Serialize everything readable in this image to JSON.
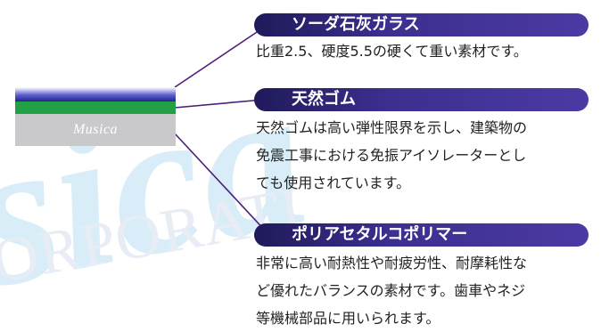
{
  "watermark": {
    "brand": "sica",
    "corporation": "ORPORATI"
  },
  "sample": {
    "logo_text": "Musica"
  },
  "materials": [
    {
      "title": "ソーダ石灰ガラス",
      "description": [
        "比重2.5、硬度5.5の硬くて重い素材です。"
      ]
    },
    {
      "title": "天然ゴム",
      "description": [
        "天然ゴムは高い弾性限界を示し、建築物の",
        "免震工事における免振アイソレーターとし",
        "ても使用されています。"
      ]
    },
    {
      "title": "ポリアセタルコポリマー",
      "description": [
        "非常に高い耐熱性や耐疲労性、耐摩耗性な",
        "ど優れたバランスの素材です。歯車やネジ",
        "等機械部品に用いられます。"
      ]
    }
  ],
  "colors": {
    "pill_dark": "#1f1a5a",
    "pill_light": "#4b3aa3",
    "connector": "#4b1e7a",
    "watermark_blue": "#d9edf8",
    "layer_green": "#22a046",
    "layer_gray": "#c9c9cb"
  }
}
